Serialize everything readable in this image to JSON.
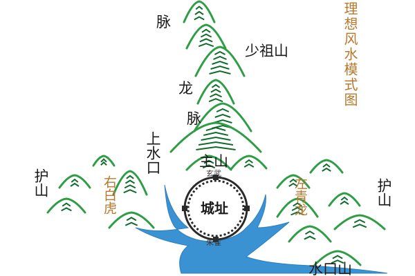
{
  "title": "理想风水模式图",
  "labels": {
    "mai_top": "脉",
    "shao_zu_shan": "少祖山",
    "long": "龙",
    "mai_mid": "脉",
    "shang_shui_kou": "上水口",
    "zhu_shan": "主山",
    "xuan_wu": "玄武",
    "cheng_zhi": "城址",
    "zhu_que": "朱雀",
    "you_bai_hu": "右白虎",
    "zuo_qing_long": "左青龙",
    "hu_shan_left": "护山",
    "hu_shan_right": "护山",
    "shui_kou_shan": "水口山"
  },
  "colors": {
    "mountain": "#2e9e46",
    "mountain_dark": "#0f6b2c",
    "water": "#3a92d2",
    "wall": "#2a2a2a",
    "label_black": "#1a1a1a",
    "label_orange": "#b8792e"
  }
}
